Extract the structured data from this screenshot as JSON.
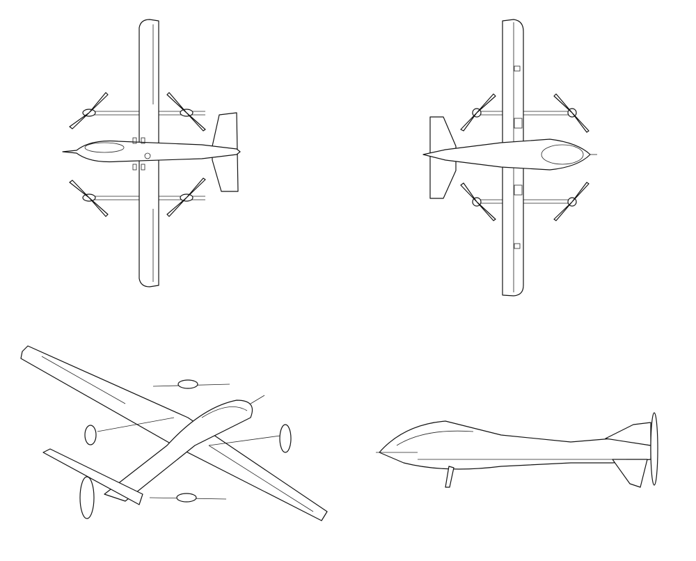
{
  "colors": {
    "line": "#111111",
    "background": "#ffffff"
  },
  "views": [
    {
      "id": "top-view"
    },
    {
      "id": "bottom-view"
    },
    {
      "id": "isometric-view"
    },
    {
      "id": "side-view"
    }
  ]
}
